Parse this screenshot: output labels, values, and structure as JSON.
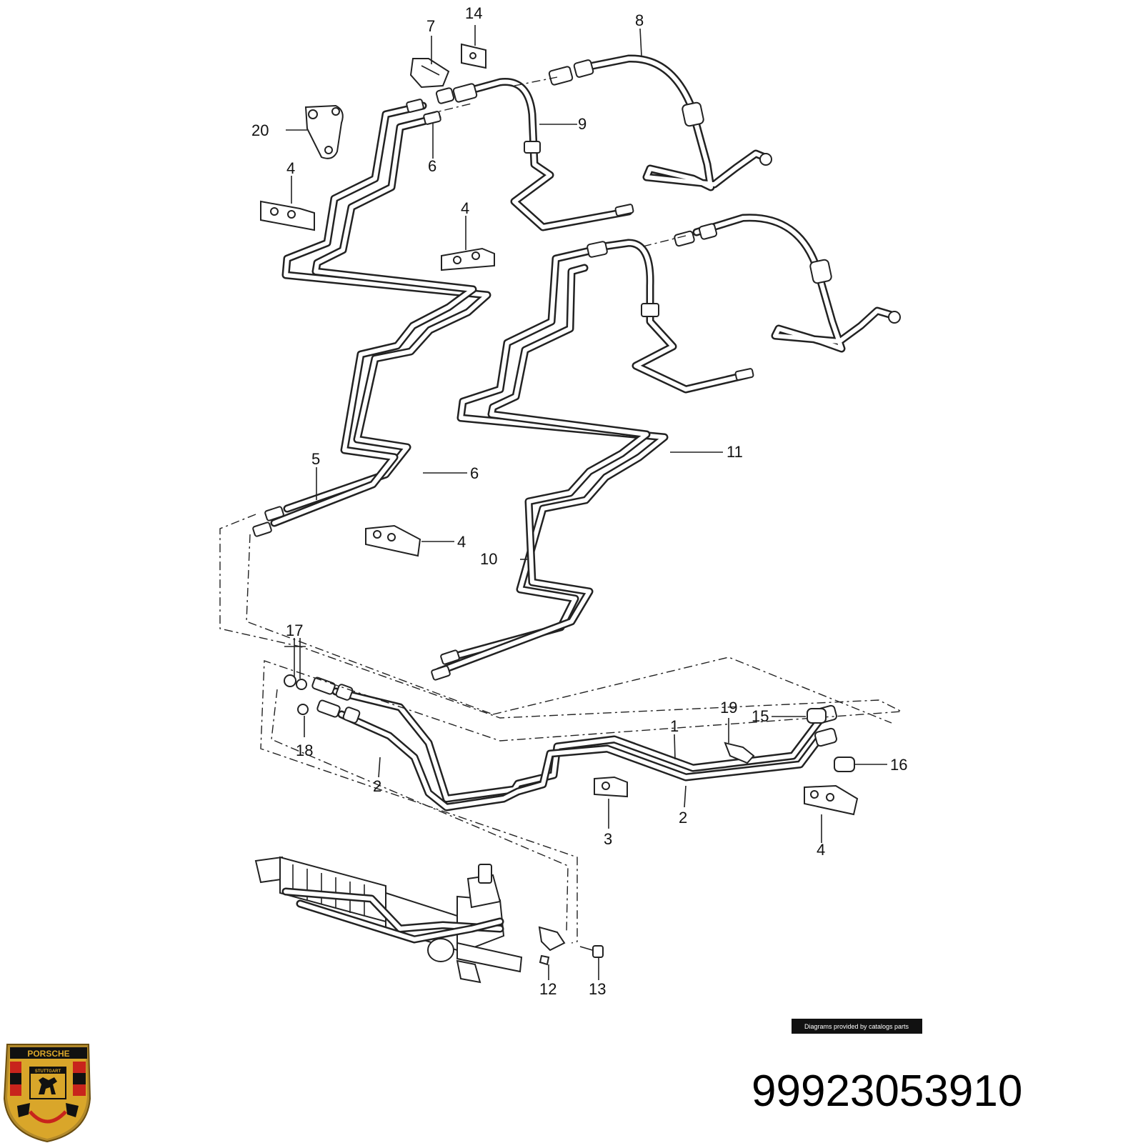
{
  "diagram": {
    "callouts": {
      "c1": "1",
      "c2a": "2",
      "c2b": "2",
      "c3": "3",
      "c4a": "4",
      "c4b": "4",
      "c4c": "4",
      "c4d": "4",
      "c5": "5",
      "c6a": "6",
      "c6b": "6",
      "c7": "7",
      "c8": "8",
      "c9": "9",
      "c10": "10",
      "c11": "11",
      "c12": "12",
      "c13": "13",
      "c14": "14",
      "c15": "15",
      "c16": "16",
      "c17": "17",
      "c18": "18",
      "c19": "19",
      "c20": "20"
    },
    "credit_text": "Diagrams provided by catalogs parts",
    "part_number": "99923053910",
    "logo": {
      "brand_text": "PORSCHE",
      "city_text": "STUTTGART",
      "colors": {
        "gold": "#d9a62a",
        "red": "#c8241c",
        "black": "#111111",
        "frame": "#b38a2a"
      }
    }
  }
}
